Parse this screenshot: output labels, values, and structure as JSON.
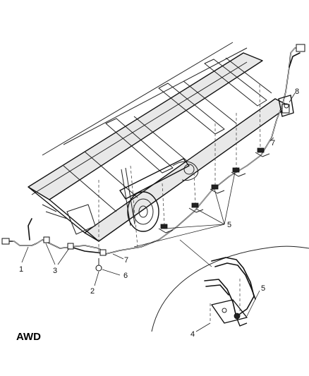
{
  "variant_label": "AWD",
  "callouts": [
    {
      "id": "c1",
      "label": "1"
    },
    {
      "id": "c2",
      "label": "2"
    },
    {
      "id": "c3",
      "label": "3"
    },
    {
      "id": "c4",
      "label": "4"
    },
    {
      "id": "c5a",
      "label": "5"
    },
    {
      "id": "c5b",
      "label": "5"
    },
    {
      "id": "c6",
      "label": "6"
    },
    {
      "id": "c7a",
      "label": "7"
    },
    {
      "id": "c7b",
      "label": "7"
    },
    {
      "id": "c8",
      "label": "8"
    }
  ]
}
